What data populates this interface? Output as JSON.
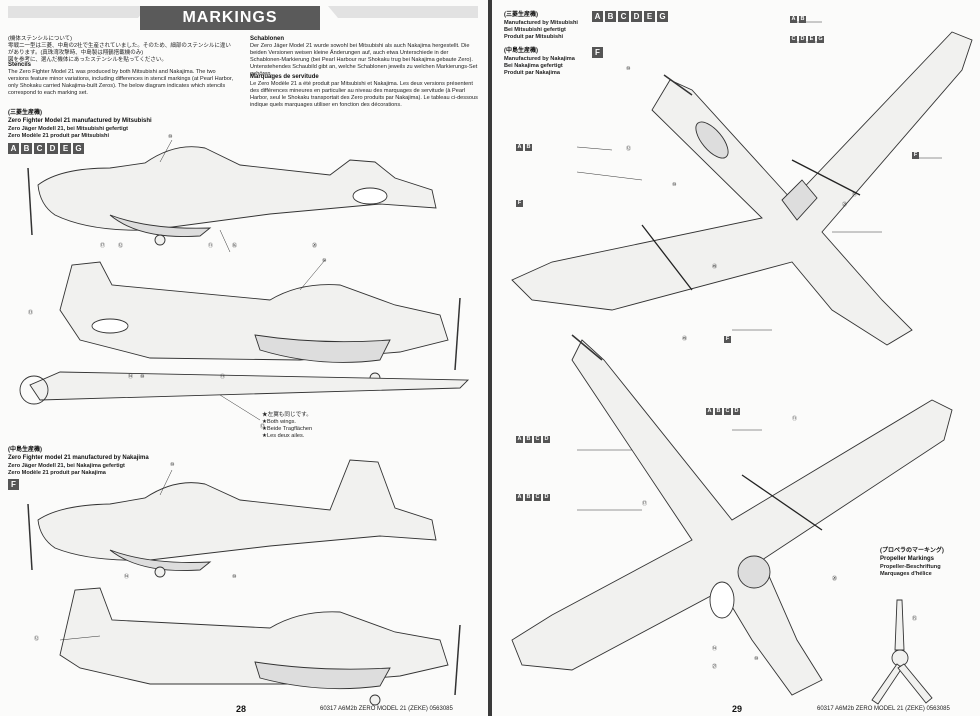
{
  "left_page": {
    "header": "MARKINGS",
    "intro_jp": "(機体ステンシルについて)\n零戦二一型は三菱、中島の2社で生産されていました。そのため、細部のステンシルに違いがあります。(真珠湾攻撃時、中島製は翔鶴搭載機のみ)\n図を参考に、選んだ機体にあったステンシルを貼ってください。",
    "intro_en_title": "Stencils",
    "intro_en": "The Zero Fighter Model 21 was produced by both Mitsubishi and Nakajima. The two versions feature minor variations, including differences in stencil markings (at Pearl Harbor, only Shokaku carried Nakajima-built Zeros). The below diagram indicates which stencils correspond to each marking set.",
    "intro_de_title": "Schablonen",
    "intro_de": "Der Zero Jäger Model 21 wurde sowohl bei Mitsubishi als auch Nakajima hergestellt. Die beiden Versionen weisen kleine Änderungen auf, auch etwa Unterschiede in der Schablonen-Markierung (bei Pearl Harbour nur Shokaku trug bei Nakajima gebaute Zero). Untenstehendes Schaubild gibt an, welche Schablonen jeweils zu welchen Markierungs-Set gehören.",
    "intro_fr_title": "Marquages de servitude",
    "intro_fr": "Le Zero Modèle 21 a été produit par Mitsubishi et Nakajima. Les deux versions présentent des différences mineures en particulier au niveau des marquages de servitude (à Pearl Harbor, seul le Shokaku transportait des Zero produits par Nakajima). Le tableau ci-dessous indique quels marquages utiliser en fonction des décorations.",
    "mitsubishi_jp": "(三菱生産機)",
    "mitsubishi_en": "Zero Fighter Model 21 manufactured by Mitsubishi",
    "mitsubishi_de": "Zero Jäger Modell 21, bei Mitsubishi gefertigt",
    "mitsubishi_fr": "Zero Modèle 21 produit par Mitsubishi",
    "mitsubishi_sets": [
      "A",
      "B",
      "C",
      "D",
      "E",
      "G"
    ],
    "both_wings_jp": "★左翼も同じです。",
    "both_wings_en": "★Both wings.",
    "both_wings_de": "★Beide Tragflächen",
    "both_wings_fr": "★Les deux ailes.",
    "nakajima_jp": "(中島生産機)",
    "nakajima_en": "Zero Fighter model 21 manufactured by Nakajima",
    "nakajima_de": "Zero Jäger Modell 21, bei Nakajima gefertigt",
    "nakajima_fr": "Zero Modèle 21 produit par Nakajima",
    "nakajima_sets": [
      "F"
    ],
    "page_number": "28",
    "footer": "60317 A6M2b ZERO MODEL 21 (ZEKE) 0563085"
  },
  "right_page": {
    "mitsubishi_jp": "(三菱生産機)",
    "mitsubishi_en": "Manufactured by Mitsubishi",
    "mitsubishi_de": "Bei Mitsubishi gefertigt",
    "mitsubishi_fr": "Produit par Mitsubishi",
    "mitsubishi_sets": [
      "A",
      "B",
      "C",
      "D",
      "E",
      "G"
    ],
    "nakajima_jp": "(中島生産機)",
    "nakajima_en": "Manufactured by Nakajima",
    "nakajima_de": "Bei Nakajima gefertigt",
    "nakajima_fr": "Produit par Nakajima",
    "nakajima_sets": [
      "F"
    ],
    "prop_jp": "(プロペラのマーキング)",
    "prop_en": "Propeller Markings",
    "prop_de": "Propeller-Beschriftung",
    "prop_fr": "Marquages d'hélice",
    "page_number": "29",
    "footer": "60317 A6M2b ZERO MODEL 21 (ZEKE) 0563085"
  },
  "colors": {
    "box": "#555555",
    "paper": "#fbfbfa",
    "line": "#3a3a3a"
  }
}
